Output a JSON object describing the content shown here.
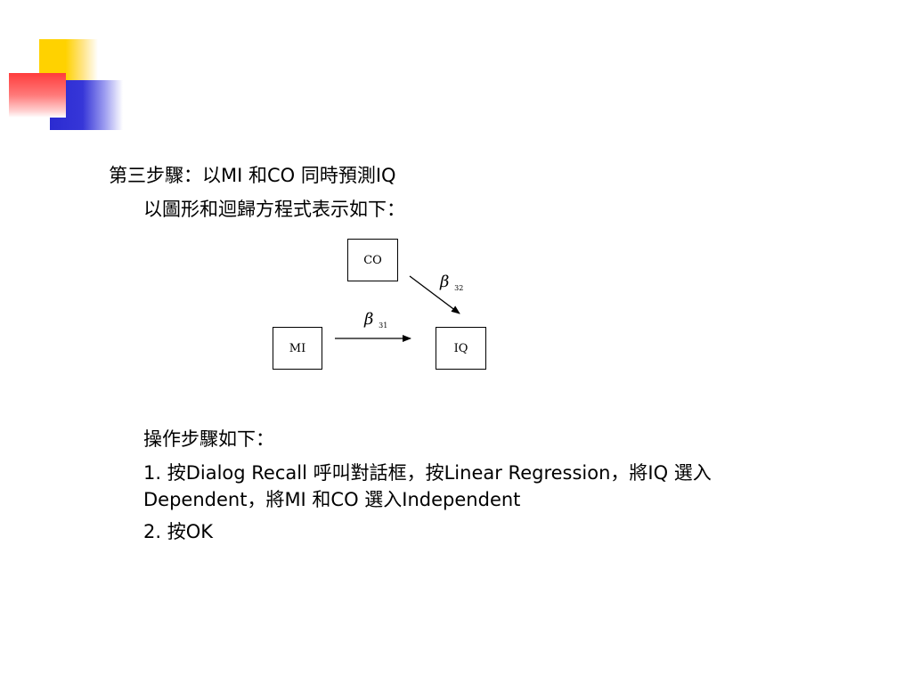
{
  "slide": {
    "step_heading": "第三步驟：以MI 和CO 同時預測IQ",
    "intro": "以圖形和迴歸方程式表示如下：",
    "ops_heading": "操作步驟如下：",
    "instruction_1": "1. 按Dialog Recall 呼叫對話框，按Linear Regression，將IQ 選入 Dependent，將MI 和CO 選入Independent",
    "instruction_2": "2. 按OK"
  },
  "diagram": {
    "nodes": {
      "co": "CO",
      "mi": "MI",
      "iq": "IQ"
    },
    "paths": {
      "beta_symbol": "β",
      "co_to_iq_sub": "32",
      "mi_to_iq_sub": "31"
    }
  },
  "colors": {
    "deco_yellow": "#ffd200",
    "deco_red": "#ff3c3c",
    "deco_blue": "#2b2bd1"
  }
}
